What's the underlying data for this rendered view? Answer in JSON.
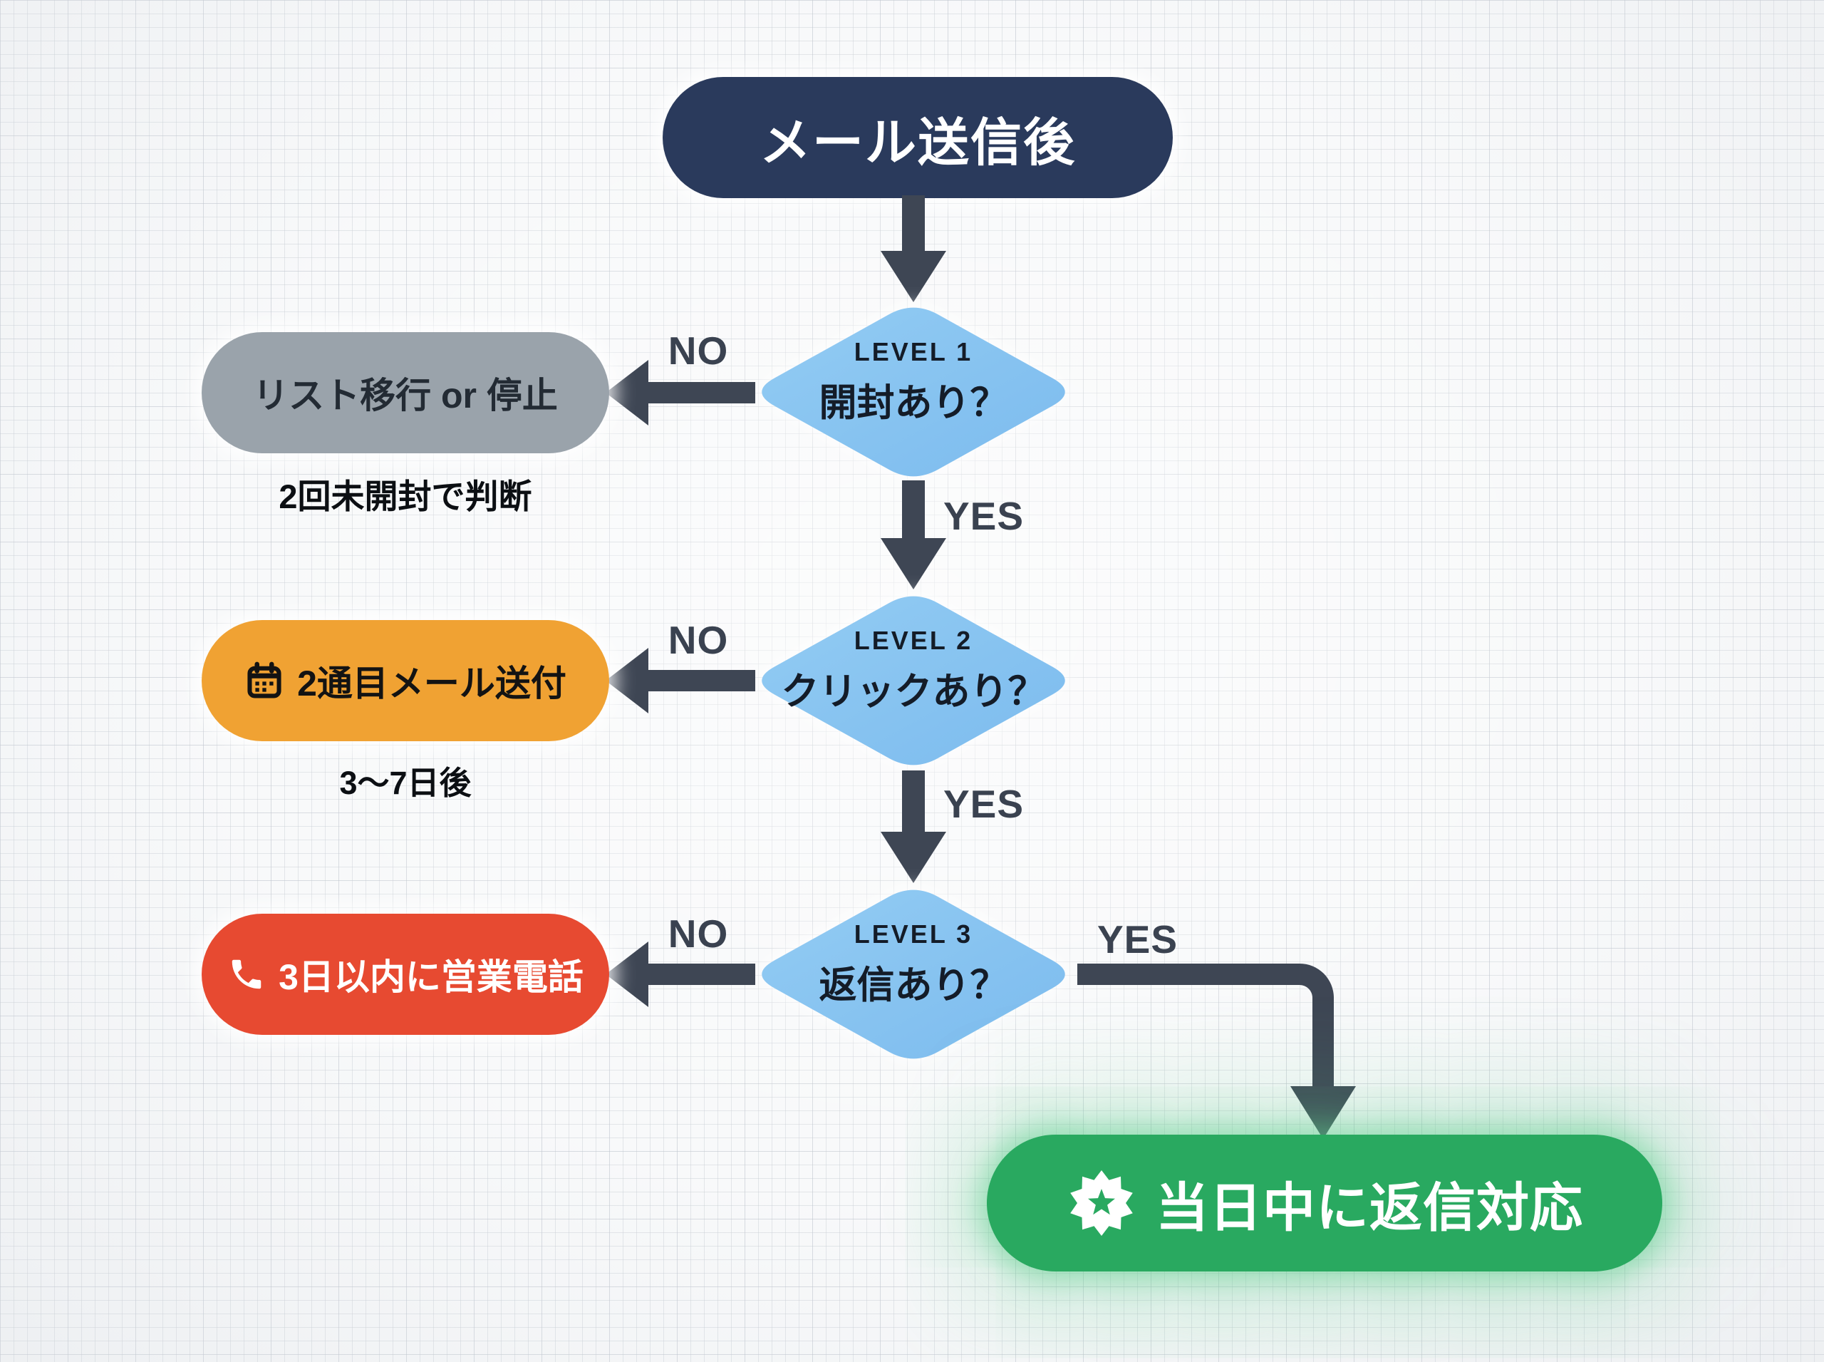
{
  "flow": {
    "start": {
      "label": "メール送信後"
    },
    "decisions": [
      {
        "level": "LEVEL 1",
        "question": "開封あり？",
        "no_label": "NO",
        "yes_label": "YES"
      },
      {
        "level": "LEVEL 2",
        "question": "クリックあり？",
        "no_label": "NO",
        "yes_label": "YES"
      },
      {
        "level": "LEVEL 3",
        "question": "返信あり？",
        "no_label": "NO",
        "yes_label": "YES"
      }
    ],
    "no_actions": [
      {
        "label": "リスト移行 or 停止",
        "note": "2回未開封で判断",
        "icon": "none"
      },
      {
        "label": "2通目メール送付",
        "note": "3〜7日後",
        "icon": "calendar-icon"
      },
      {
        "label": "3日以内に営業電話",
        "note": "",
        "icon": "phone-icon"
      }
    ],
    "final": {
      "label": "当日中に返信対応",
      "icon": "starburst-icon"
    }
  },
  "colors": {
    "background": "#f8f9fa",
    "start_node": "#2a3a5c",
    "decision_node": "#85c2f0",
    "arrow": "#3e4654",
    "label_text": "#3a4250",
    "gray_action": "#9aa3ab",
    "orange_action": "#f0a233",
    "red_action": "#e74a31",
    "green_final": "#29a960"
  }
}
